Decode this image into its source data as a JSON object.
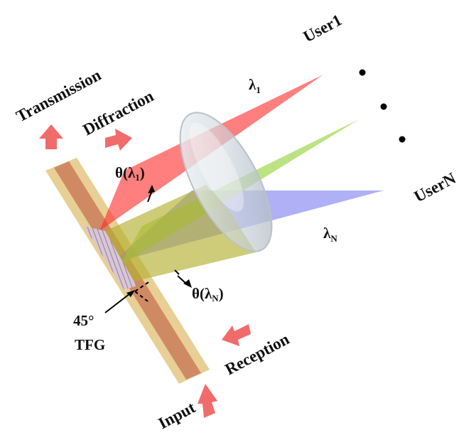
{
  "labels": {
    "transmission": "Transmission",
    "diffraction": "Diffraction",
    "user1": "User1",
    "userN": "UserN",
    "lambda1": "λ",
    "lambda1_sub": "1",
    "lambdaN": "λ",
    "lambdaN_sub": "N",
    "theta1": "θ(λ",
    "theta1_sub": "1",
    "theta1_close": ")",
    "thetaN": "θ(λ",
    "thetaN_sub": "N",
    "thetaN_close": ")",
    "angle": "45°",
    "tfg": "TFG",
    "reception": "Reception",
    "input": "Input"
  },
  "colors": {
    "arrow": "#f26b6b",
    "fiber_cladding": "#e8cf95",
    "fiber_core": "#cf8a64",
    "beam_red": "#ff2a2a",
    "beam_green": "#8fd12e",
    "beam_blue": "#6f6ff0",
    "beam_yellow": "#b3b030",
    "lens": "#cfd8de"
  },
  "icons": [
    "arrow-up-icon",
    "arrow-right-icon",
    "arrow-left-icon",
    "dot-icon"
  ]
}
